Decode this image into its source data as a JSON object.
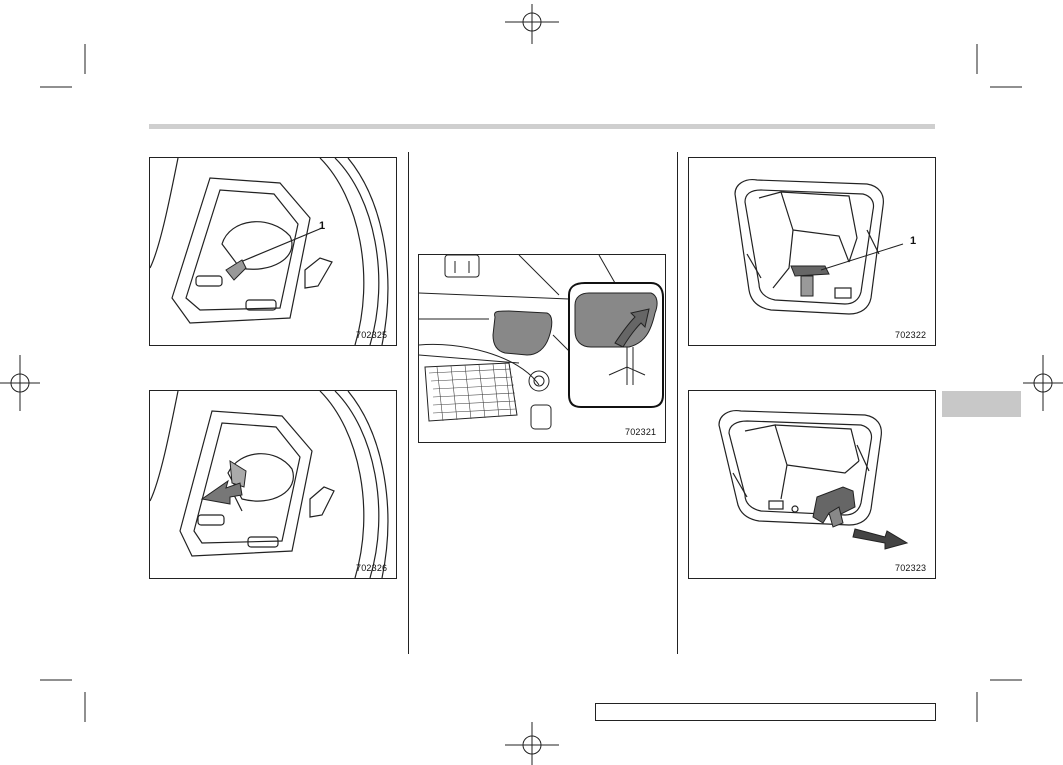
{
  "page": {
    "section_tab": "",
    "footer_text": ""
  },
  "figures": {
    "fig_702325": {
      "code": "702325",
      "callout": "1"
    },
    "fig_702326": {
      "code": "702326"
    },
    "fig_702321": {
      "code": "702321"
    },
    "fig_702322": {
      "code": "702322",
      "callout": "1"
    },
    "fig_702323": {
      "code": "702323"
    }
  },
  "marks": {
    "registration_mark": "crosshair-circle-icon",
    "crop_mark": "crop-corner-icon"
  }
}
